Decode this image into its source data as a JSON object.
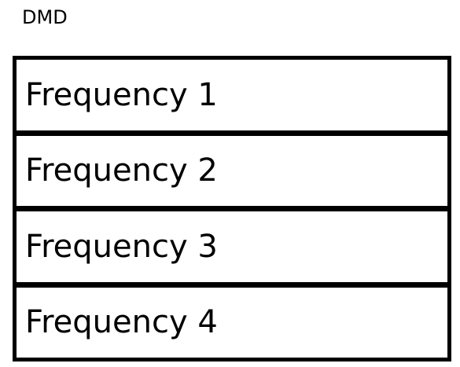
{
  "diagram": {
    "title": "DMD",
    "rows": [
      {
        "label": "Frequency 1"
      },
      {
        "label": "Frequency 2"
      },
      {
        "label": "Frequency 3"
      },
      {
        "label": "Frequency 4"
      }
    ]
  }
}
